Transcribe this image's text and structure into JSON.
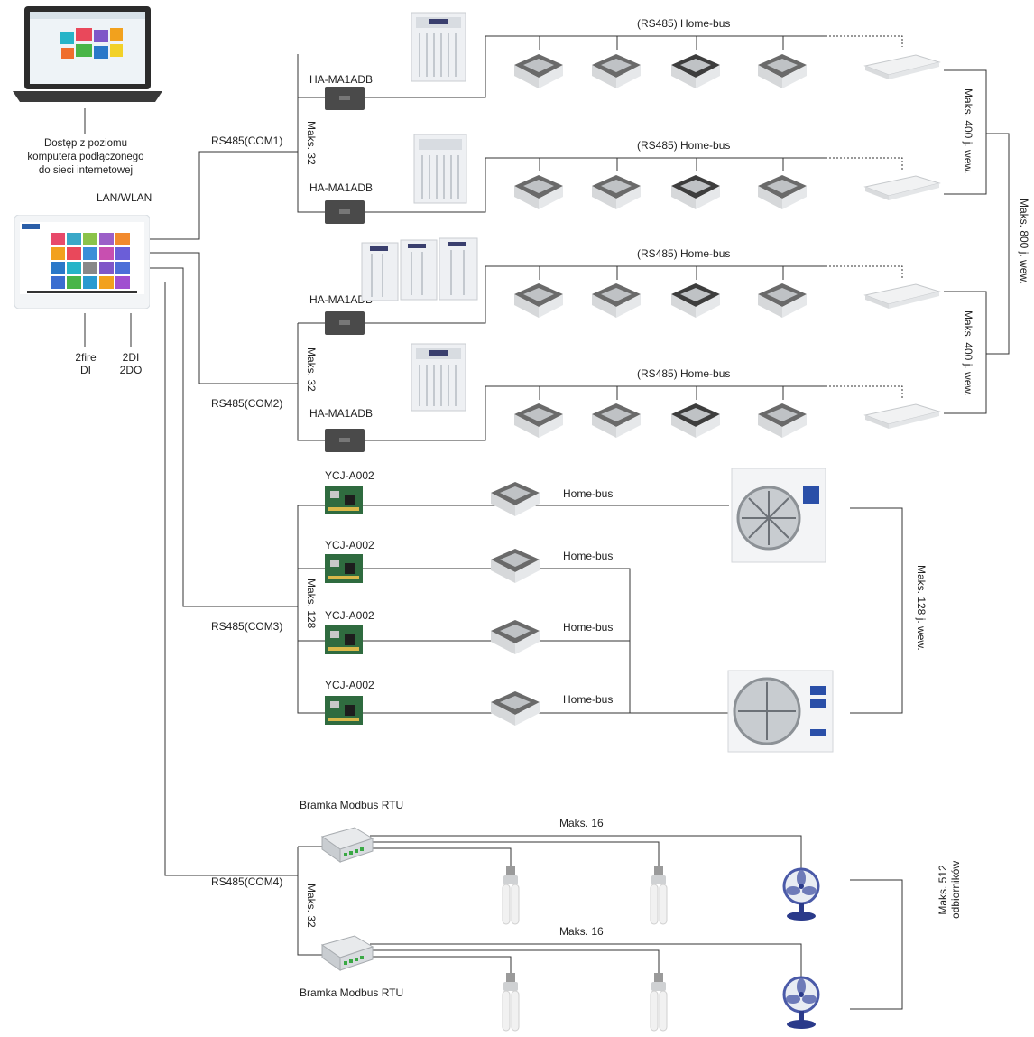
{
  "left": {
    "access_lines": [
      "Dostęp z poziomu",
      "komputera podłączonego",
      "do sieci internetowej"
    ],
    "lan": "LAN/WLAN",
    "io_fire": [
      "2fire",
      "DI"
    ],
    "io_di": [
      "2DI",
      "2DO"
    ]
  },
  "ports": {
    "com1": "RS485(COM1)",
    "com2": "RS485(COM2)",
    "com3": "RS485(COM3)",
    "com4": "RS485(COM4)"
  },
  "adapter_label": "HA-MA1ADB",
  "home_bus_rs485": "(RS485) Home-bus",
  "home_bus": "Home-bus",
  "ycj_label": "YCJ-A002",
  "gateway_label": "Bramka Modbus RTU",
  "limits": {
    "maks32": "Maks. 32",
    "maks128": "Maks. 128",
    "maks16": "Maks. 16",
    "max400": "Maks. 400 j. wew.",
    "max800": "Maks. 800 j. wew.",
    "max128": "Maks. 128 j. wew.",
    "max512_line1": "Maks. 512",
    "max512_line2": "odbiorników"
  },
  "icons": [
    "laptop-icon",
    "touch-controller-icon",
    "outdoor-unit-icon",
    "gateway-adapter-icon",
    "cassette-unit-icon",
    "ceiling-unit-icon",
    "ycj-board-icon",
    "split-outdoor-unit-icon",
    "modbus-gateway-icon",
    "bulb-icon",
    "fan-icon"
  ]
}
